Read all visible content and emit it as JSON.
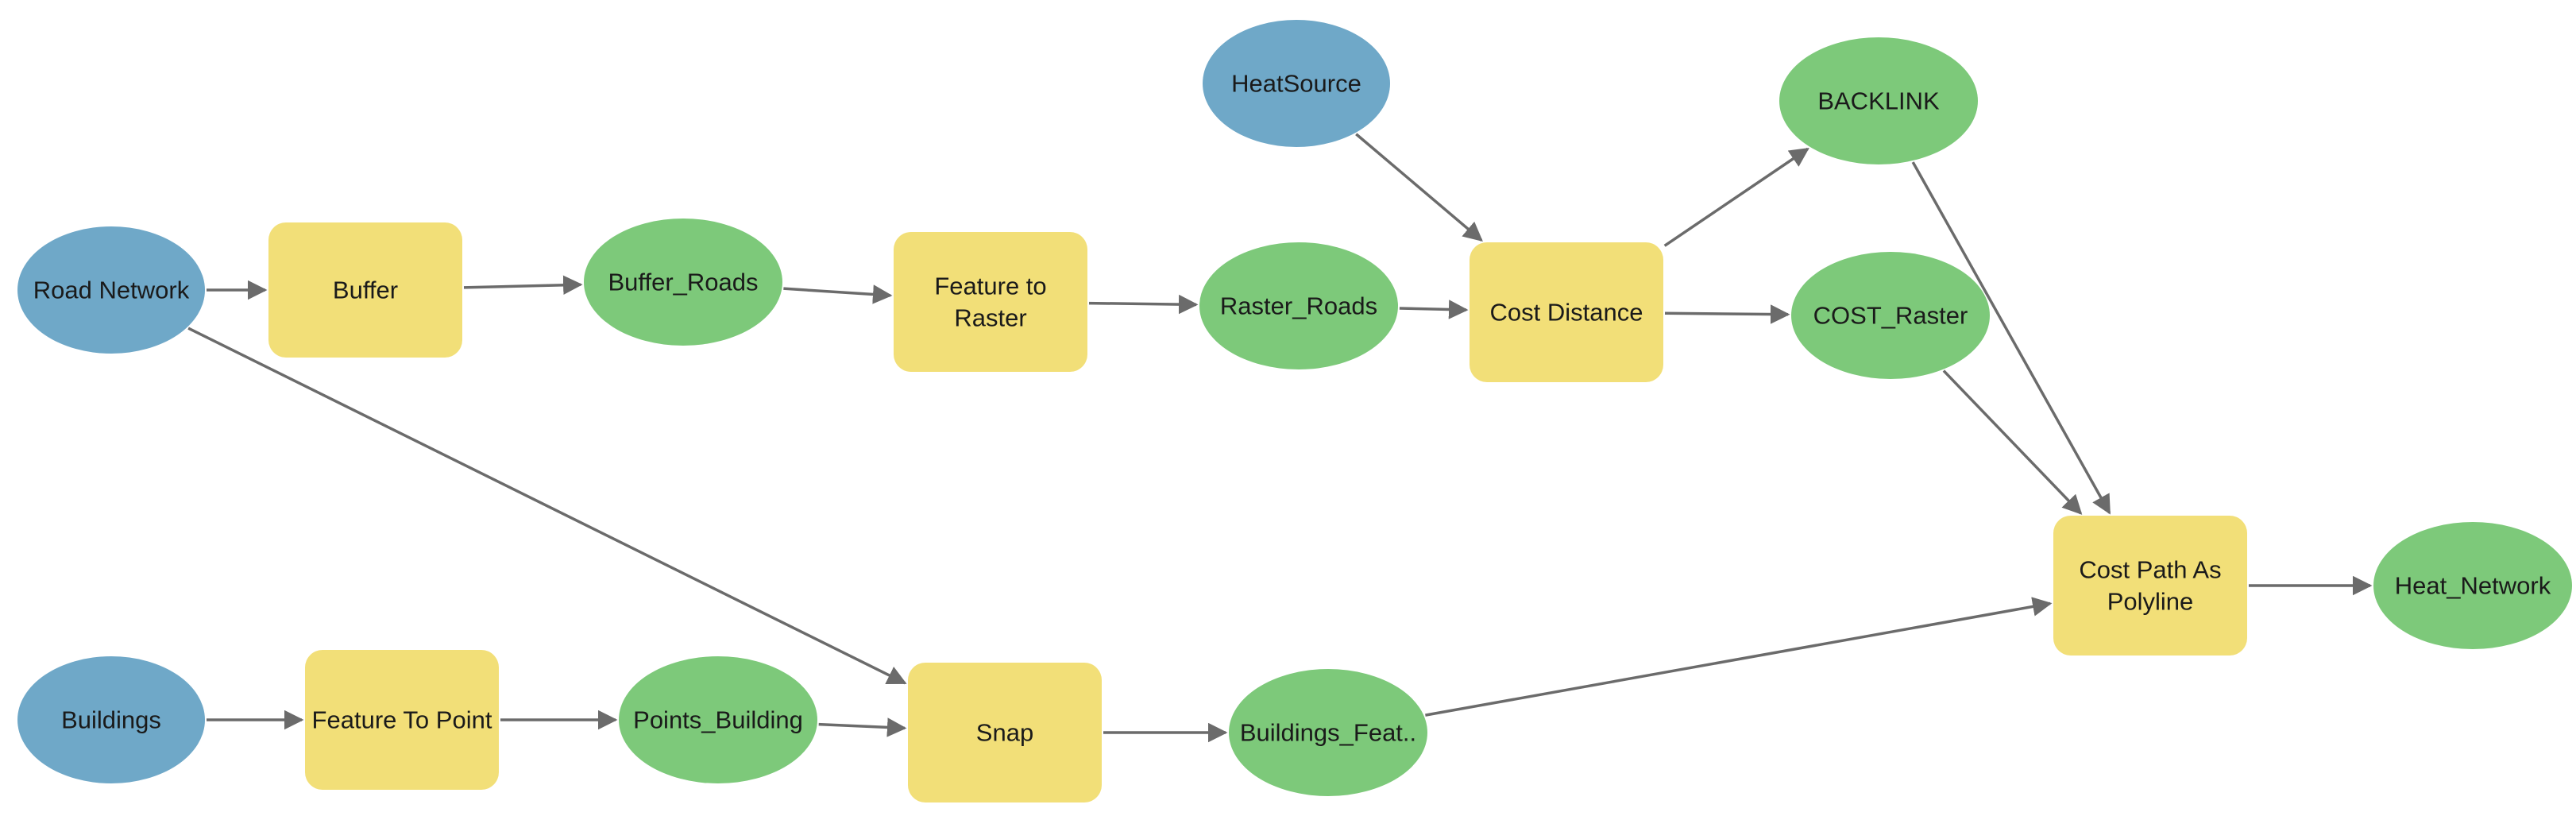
{
  "colors": {
    "input": "#6fa8c8",
    "tool": "#f2df78",
    "output": "#7dc97a",
    "edge": "#6b6b6b"
  },
  "nodes": [
    {
      "id": "road-network",
      "kind": "input",
      "label": "Road Network"
    },
    {
      "id": "buildings",
      "kind": "input",
      "label": "Buildings"
    },
    {
      "id": "heatsource",
      "kind": "input",
      "label": "HeatSource"
    },
    {
      "id": "buffer",
      "kind": "tool",
      "label": "Buffer"
    },
    {
      "id": "feature-to-raster",
      "kind": "tool",
      "label": "Feature to\nRaster"
    },
    {
      "id": "cost-distance",
      "kind": "tool",
      "label": "Cost Distance"
    },
    {
      "id": "feature-to-point",
      "kind": "tool",
      "label": "Feature To Point"
    },
    {
      "id": "snap",
      "kind": "tool",
      "label": "Snap"
    },
    {
      "id": "cost-path-as-polyline",
      "kind": "tool",
      "label": "Cost Path As\nPolyline"
    },
    {
      "id": "buffer-roads",
      "kind": "output",
      "label": "Buffer_Roads"
    },
    {
      "id": "raster-roads",
      "kind": "output",
      "label": "Raster_Roads"
    },
    {
      "id": "backlink",
      "kind": "output",
      "label": "BACKLINK"
    },
    {
      "id": "cost-raster",
      "kind": "output",
      "label": "COST_Raster"
    },
    {
      "id": "points-building",
      "kind": "output",
      "label": "Points_Building"
    },
    {
      "id": "buildings-feat",
      "kind": "output",
      "label": "Buildings_Feat.."
    },
    {
      "id": "heat-network",
      "kind": "output",
      "label": "Heat_Network"
    }
  ],
  "edges": [
    {
      "from": "road-network",
      "to": "buffer"
    },
    {
      "from": "buffer",
      "to": "buffer-roads"
    },
    {
      "from": "buffer-roads",
      "to": "feature-to-raster"
    },
    {
      "from": "feature-to-raster",
      "to": "raster-roads"
    },
    {
      "from": "raster-roads",
      "to": "cost-distance"
    },
    {
      "from": "heatsource",
      "to": "cost-distance"
    },
    {
      "from": "cost-distance",
      "to": "backlink"
    },
    {
      "from": "cost-distance",
      "to": "cost-raster"
    },
    {
      "from": "backlink",
      "to": "cost-path-as-polyline"
    },
    {
      "from": "cost-raster",
      "to": "cost-path-as-polyline"
    },
    {
      "from": "cost-path-as-polyline",
      "to": "heat-network"
    },
    {
      "from": "road-network",
      "to": "snap"
    },
    {
      "from": "buildings",
      "to": "feature-to-point"
    },
    {
      "from": "feature-to-point",
      "to": "points-building"
    },
    {
      "from": "points-building",
      "to": "snap"
    },
    {
      "from": "snap",
      "to": "buildings-feat"
    },
    {
      "from": "buildings-feat",
      "to": "cost-path-as-polyline"
    }
  ]
}
